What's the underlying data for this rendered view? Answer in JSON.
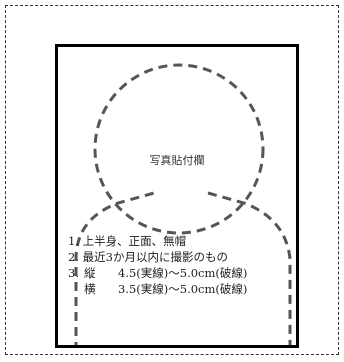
{
  "photo_box": {
    "label": "写真貼付欄",
    "notes": {
      "item1": "1. 上半身、正面、無帽",
      "item2": "2. 最近3か月以内に撮影のもの",
      "item3_num": "3.",
      "item3_key": "縦",
      "item3_value": "4.5(実線)～5.0cm(破線)",
      "item4_key": "横",
      "item4_value": "3.5(実線)～5.0cm(破線)"
    }
  }
}
